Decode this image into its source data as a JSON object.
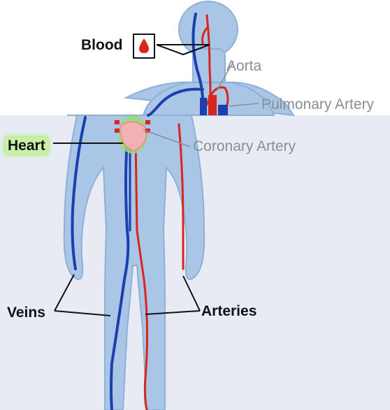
{
  "labels": {
    "blood": "Blood",
    "aorta": "Aorta",
    "pulmonary_artery": "Pulmonary Artery",
    "heart": "Heart",
    "coronary_artery": "Coronary Artery",
    "veins": "Veins",
    "arteries": "Arteries"
  },
  "colors": {
    "skin": "#a9c6e6",
    "skin_outline": "#8eb0d6",
    "vein": "#1c3fb0",
    "artery": "#d8261e",
    "heart_glow": "#8fe05a",
    "background_lower": "#e8ebf3",
    "gray_label": "#8a8e96",
    "dark_label": "#111111"
  },
  "icons": [
    "blood-drop-icon"
  ]
}
